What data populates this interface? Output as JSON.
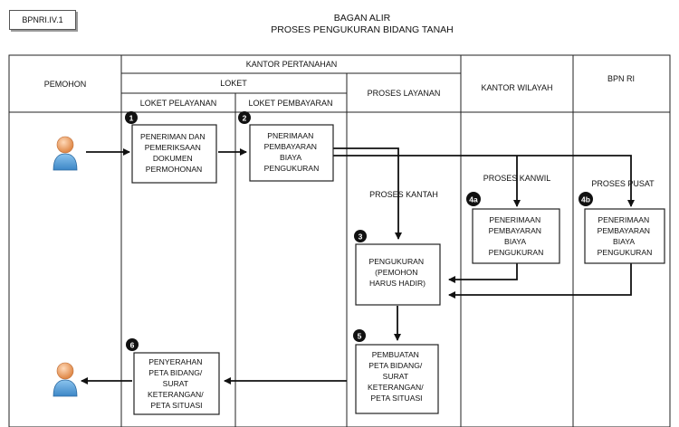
{
  "doc_code": "BPNRI.IV.1",
  "title_line1": "BAGAN ALIR",
  "title_line2": "PROSES PENGUKURAN BIDANG TANAH",
  "headers": {
    "pemohon": "PEMOHON",
    "kantor_pertanahan": "KANTOR PERTANAHAN",
    "loket": "LOKET",
    "loket_pelayanan": "LOKET PELAYANAN",
    "loket_pembayaran": "LOKET PEMBAYARAN",
    "proses_layanan": "PROSES LAYANAN",
    "kantor_wilayah": "KANTOR WILAYAH",
    "bpn_ri": "BPN RI"
  },
  "steps": {
    "s1": {
      "badge": "1",
      "lines": [
        "PENERIMAN DAN",
        "PEMERIKSAAN",
        "DOKUMEN",
        "PERMOHONAN"
      ]
    },
    "s2": {
      "badge": "2",
      "lines": [
        "PNERIMAAN",
        "PEMBAYARAN",
        "BIAYA",
        "PENGUKURAN"
      ]
    },
    "s3": {
      "badge": "3",
      "lines": [
        "PENGUKURAN",
        "(PEMOHON",
        "HARUS HADIR)"
      ]
    },
    "s4a": {
      "badge": "4a",
      "lines": [
        "PENERIMAAN",
        "PEMBAYARAN",
        "BIAYA",
        "PENGUKURAN"
      ]
    },
    "s4b": {
      "badge": "4b",
      "lines": [
        "PENERIMAAN",
        "PEMBAYARAN",
        "BIAYA",
        "PENGUKURAN"
      ]
    },
    "s5": {
      "badge": "5",
      "lines": [
        "PEMBUATAN",
        "PETA BIDANG/",
        "SURAT",
        "KETERANGAN/",
        "PETA SITUASI"
      ]
    },
    "s6": {
      "badge": "6",
      "lines": [
        "PENYERAHAN",
        "PETA BIDANG/",
        "SURAT",
        "KETERANGAN/",
        "PETA SITUASI"
      ]
    }
  },
  "flow_labels": {
    "proses_kantah": "PROSES KANTAH",
    "proses_kanwil": "PROSES KANWIL",
    "proses_pusat": "PROSES PUSAT"
  },
  "icons": [
    "person-icon"
  ]
}
